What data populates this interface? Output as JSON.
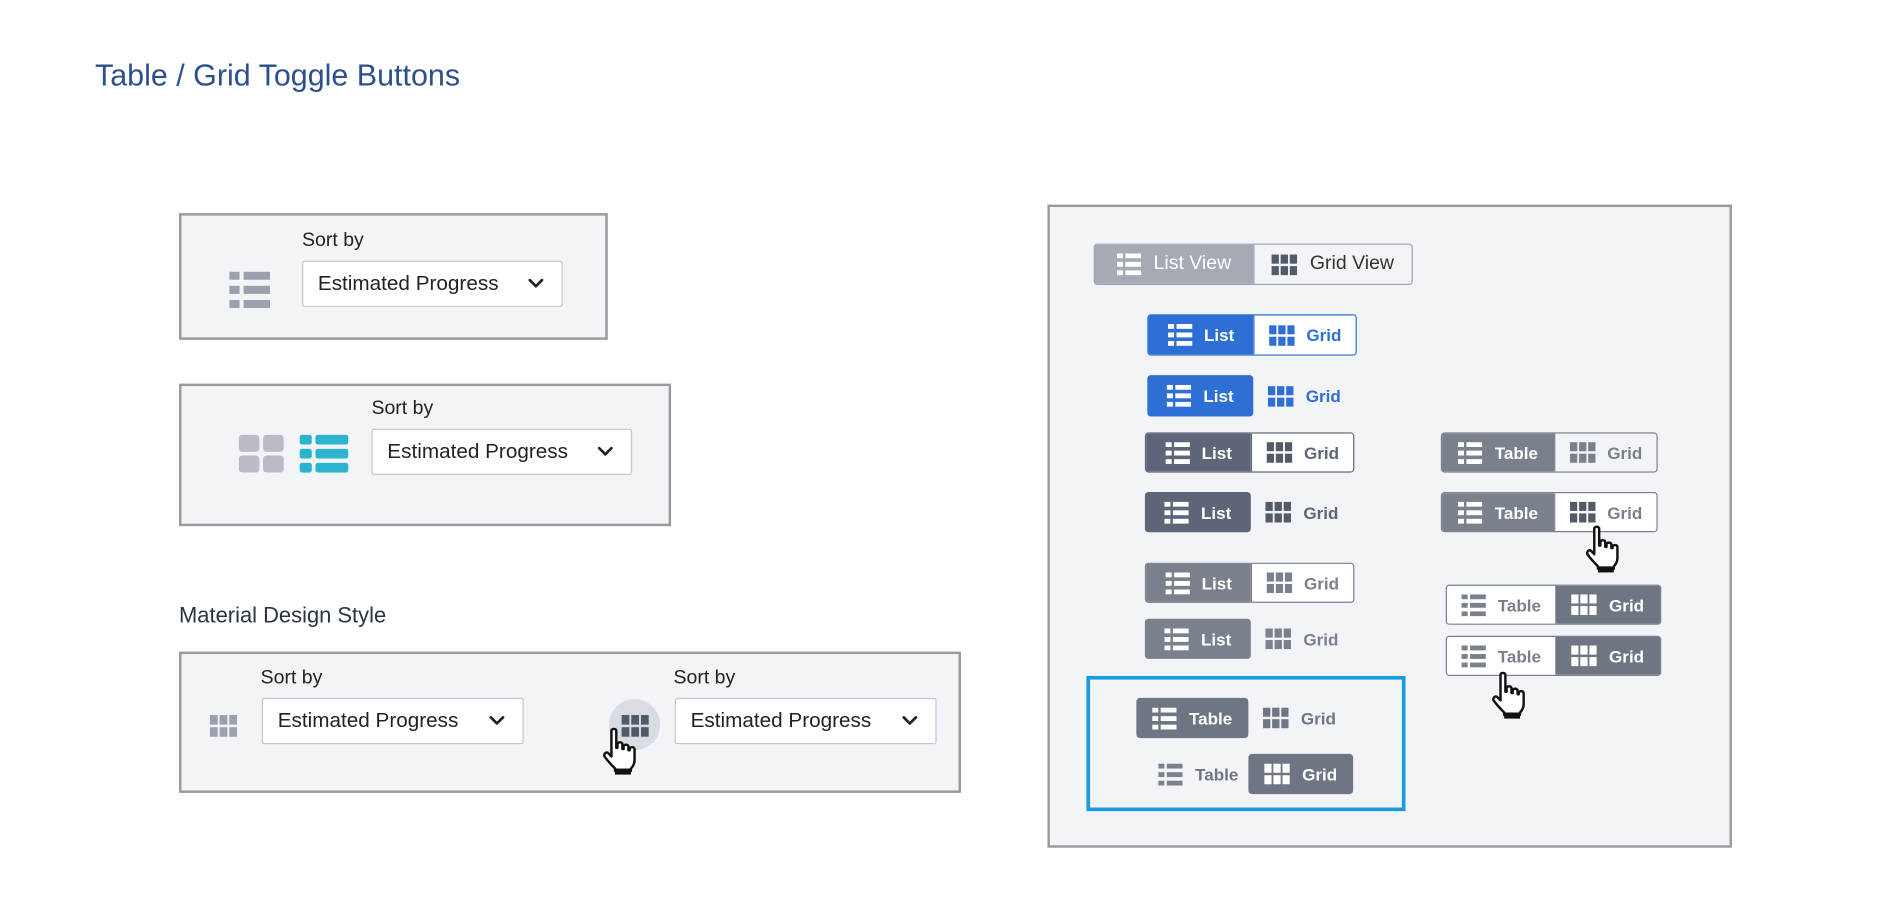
{
  "page": {
    "title": "Table / Grid Toggle Buttons"
  },
  "colors": {
    "blue": "#2e6fd6",
    "slate": "#5d6678",
    "gray": "#7a808c",
    "teal": "#2bb3cf",
    "lightgray": "#aeb2bf",
    "highlight": "#1a9be0"
  },
  "sort": {
    "label": "Sort by",
    "value": "Estimated Progress"
  },
  "sections": {
    "material": "Material Design Style"
  },
  "toggles": {
    "view_large": {
      "list": "List View",
      "grid": "Grid View"
    },
    "list": "List",
    "grid": "Grid",
    "table": "Table"
  }
}
